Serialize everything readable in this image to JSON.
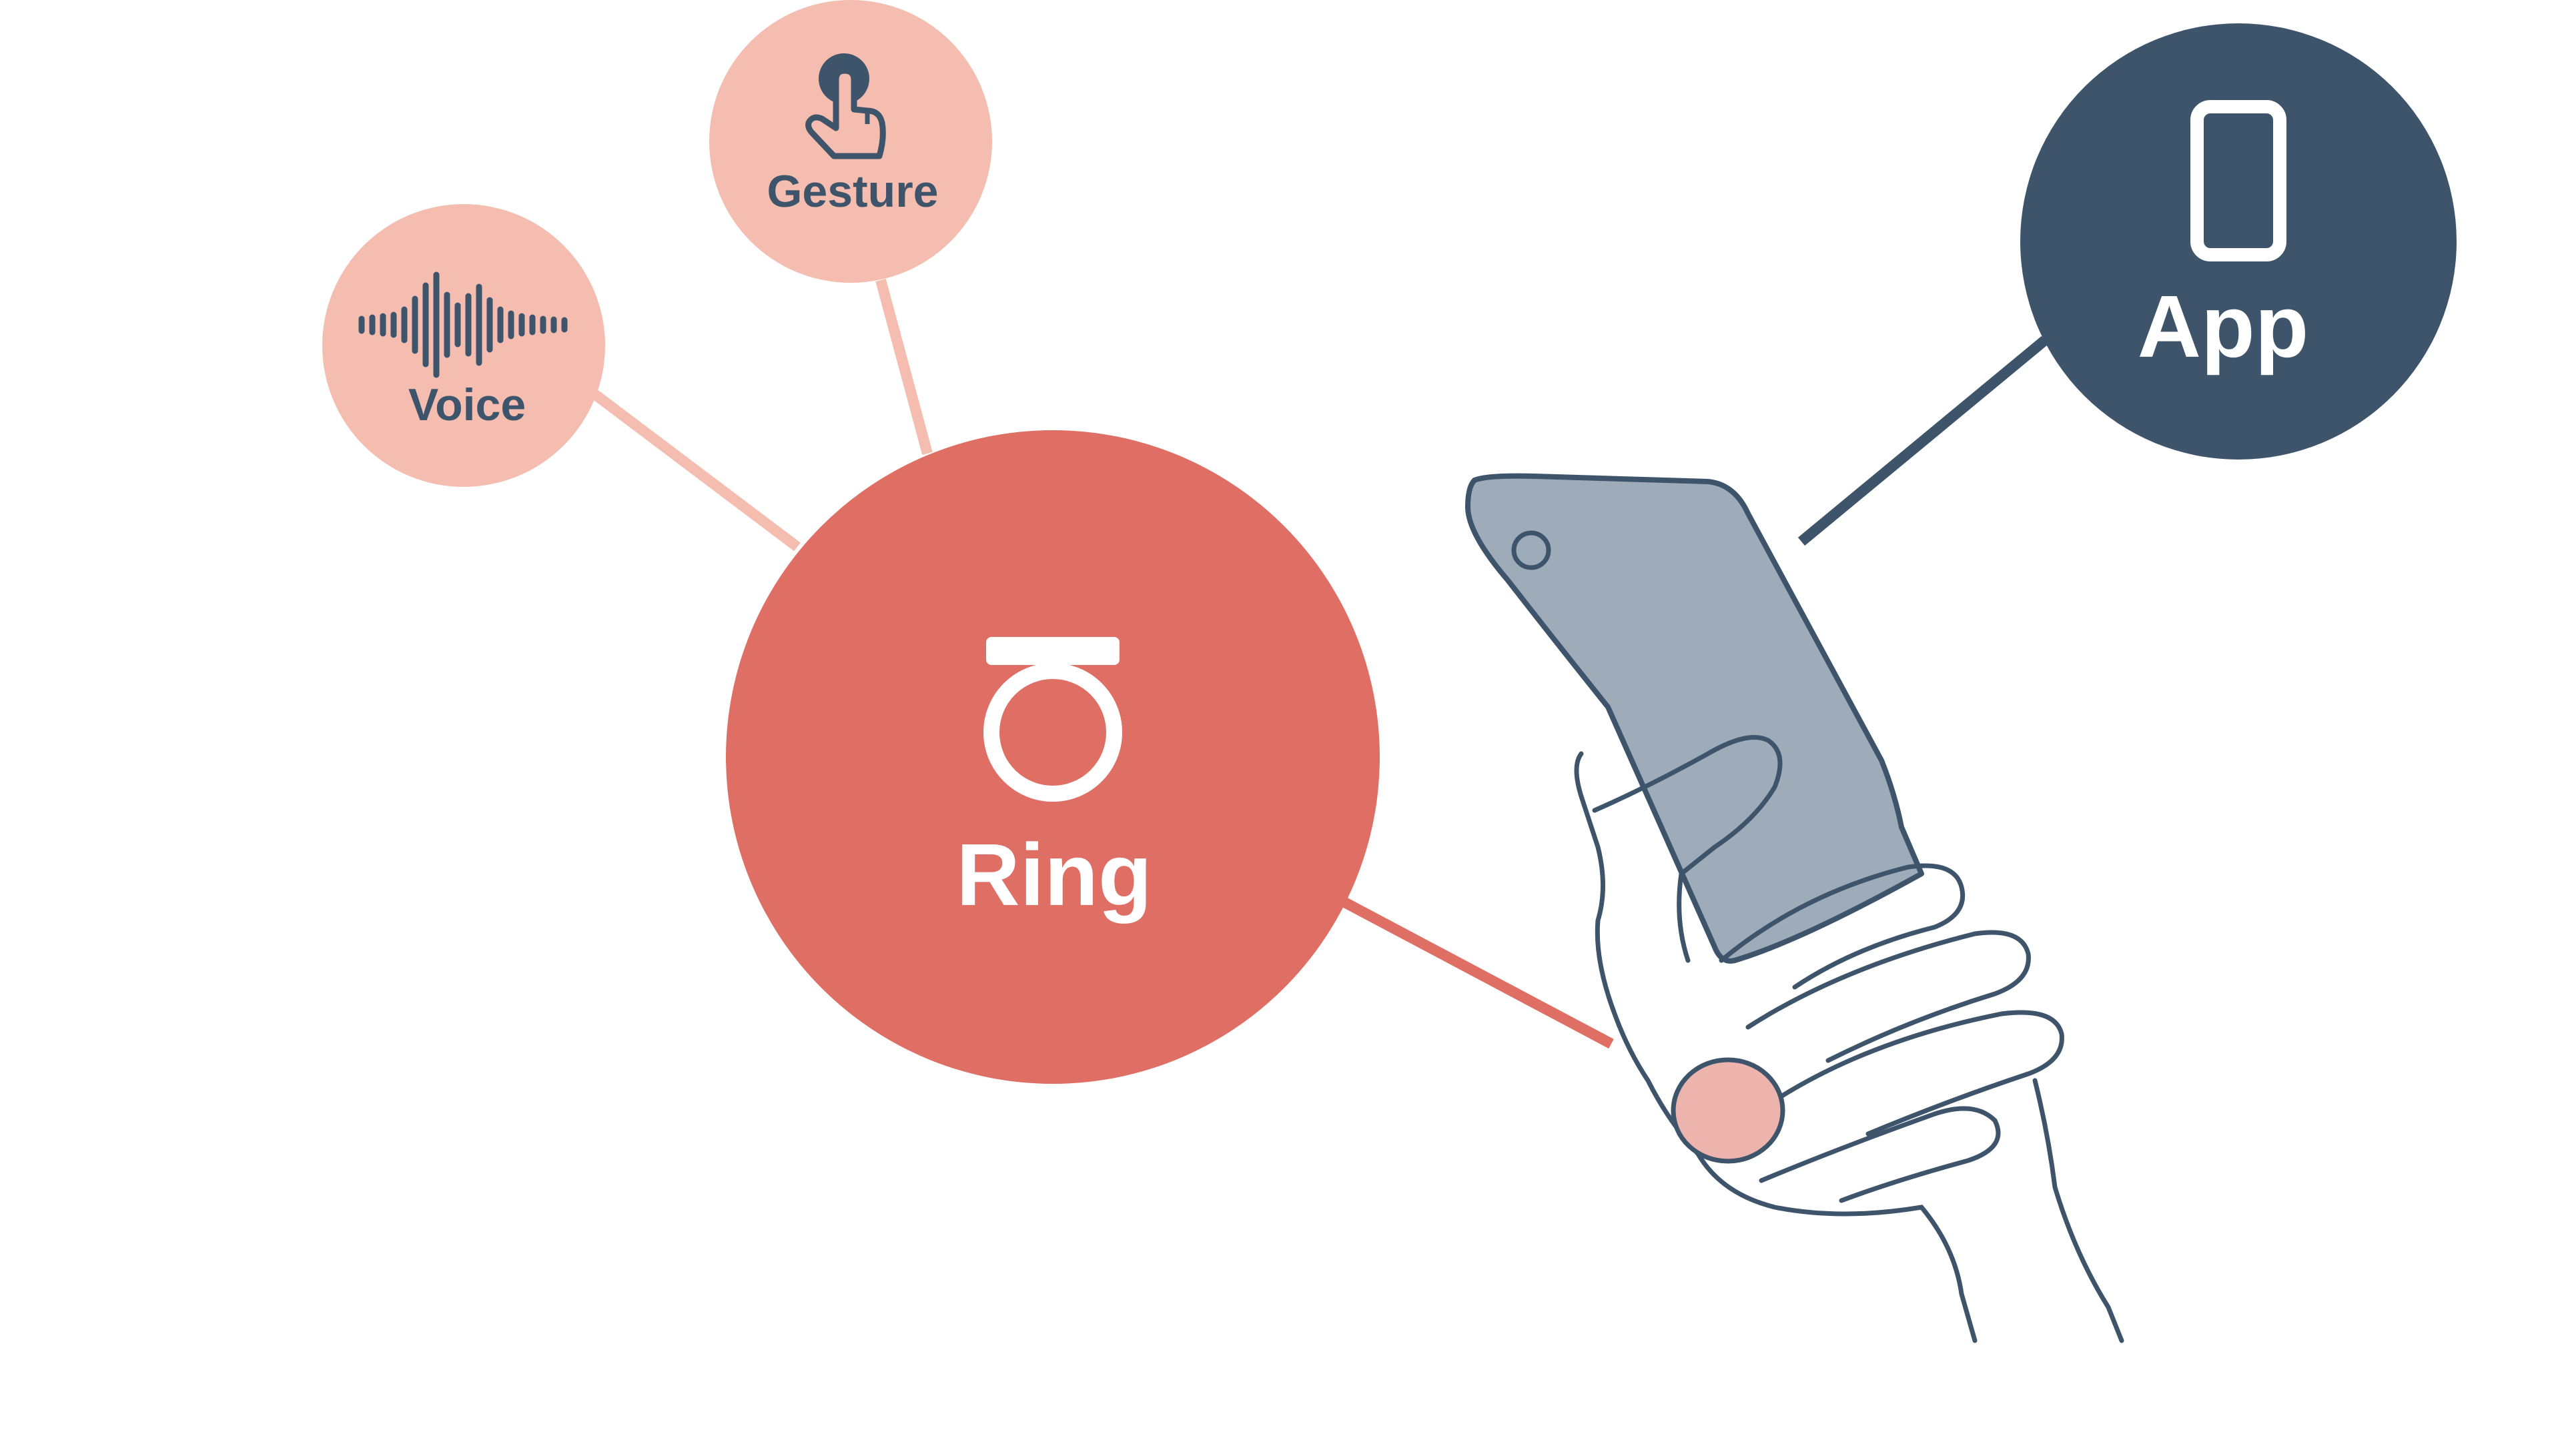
{
  "nodes": {
    "ring": {
      "label": "Ring",
      "icon": "ring-icon"
    },
    "voice": {
      "label": "Voice",
      "icon": "sound-wave-icon"
    },
    "gesture": {
      "label": "Gesture",
      "icon": "tap-finger-icon"
    },
    "app": {
      "label": "App",
      "icon": "smartphone-icon"
    }
  },
  "illustration": {
    "icon": "hand-holding-phone-icon"
  },
  "colors": {
    "ring_fill": "#DF6F64",
    "voice_fill": "#F4BDAF",
    "gesture_fill": "#F4BDAF",
    "app_fill": "#3E546B",
    "dark_text": "#3E546B",
    "light_text": "#FFFFFF",
    "connector_light": "#F4BDAF",
    "connector_ring": "#DF6F64",
    "connector_app": "#3E546B",
    "phone_body": "#9EABB8",
    "hand_outline": "#3E546B",
    "worn_ring": "#EDB3AD"
  }
}
